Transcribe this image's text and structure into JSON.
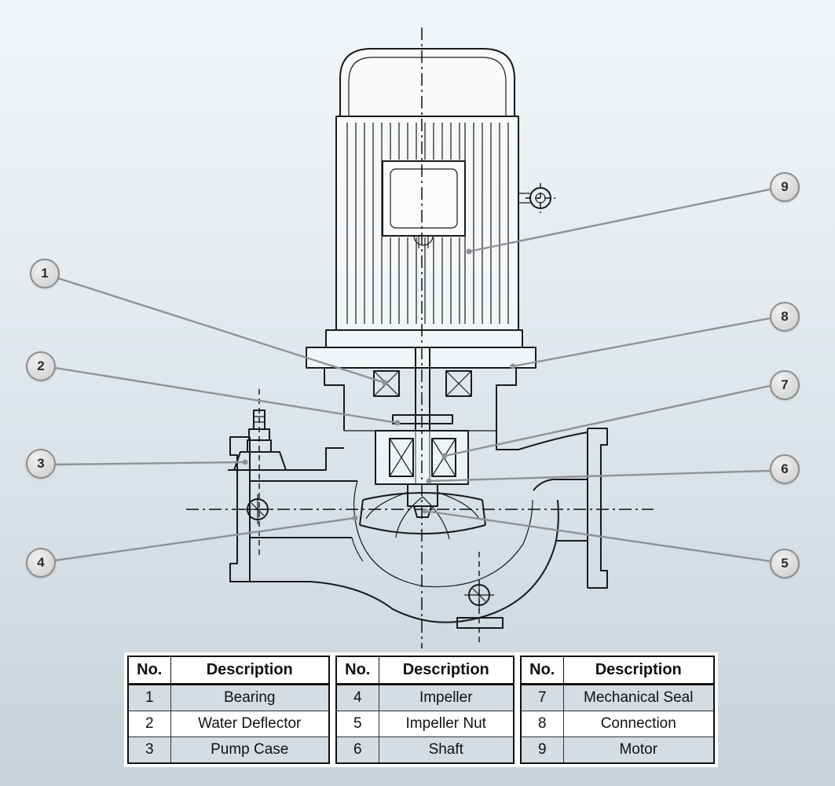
{
  "figure": {
    "name": "vertical-inline-pump-cross-section",
    "callouts": [
      "1",
      "2",
      "3",
      "4",
      "5",
      "6",
      "7",
      "8",
      "9"
    ]
  },
  "tables": [
    {
      "headers": [
        "No.",
        "Description"
      ],
      "rows": [
        [
          "1",
          "Bearing"
        ],
        [
          "2",
          "Water Deflector"
        ],
        [
          "3",
          "Pump Case"
        ]
      ]
    },
    {
      "headers": [
        "No.",
        "Description"
      ],
      "rows": [
        [
          "4",
          "Impeller"
        ],
        [
          "5",
          "Impeller Nut"
        ],
        [
          "6",
          "Shaft"
        ]
      ]
    },
    {
      "headers": [
        "No.",
        "Description"
      ],
      "rows": [
        [
          "7",
          "Mechanical Seal"
        ],
        [
          "8",
          "Connection"
        ],
        [
          "9",
          "Motor"
        ]
      ]
    }
  ],
  "colors": {
    "line": "#1a1a1a",
    "leader": "#8f9296",
    "badge_fill": "#d6d6d6",
    "badge_border": "#8d8d8d",
    "row_alt": "#d6dde2",
    "background_top": "#f0f4f6",
    "background_bottom": "#c6d1da"
  }
}
